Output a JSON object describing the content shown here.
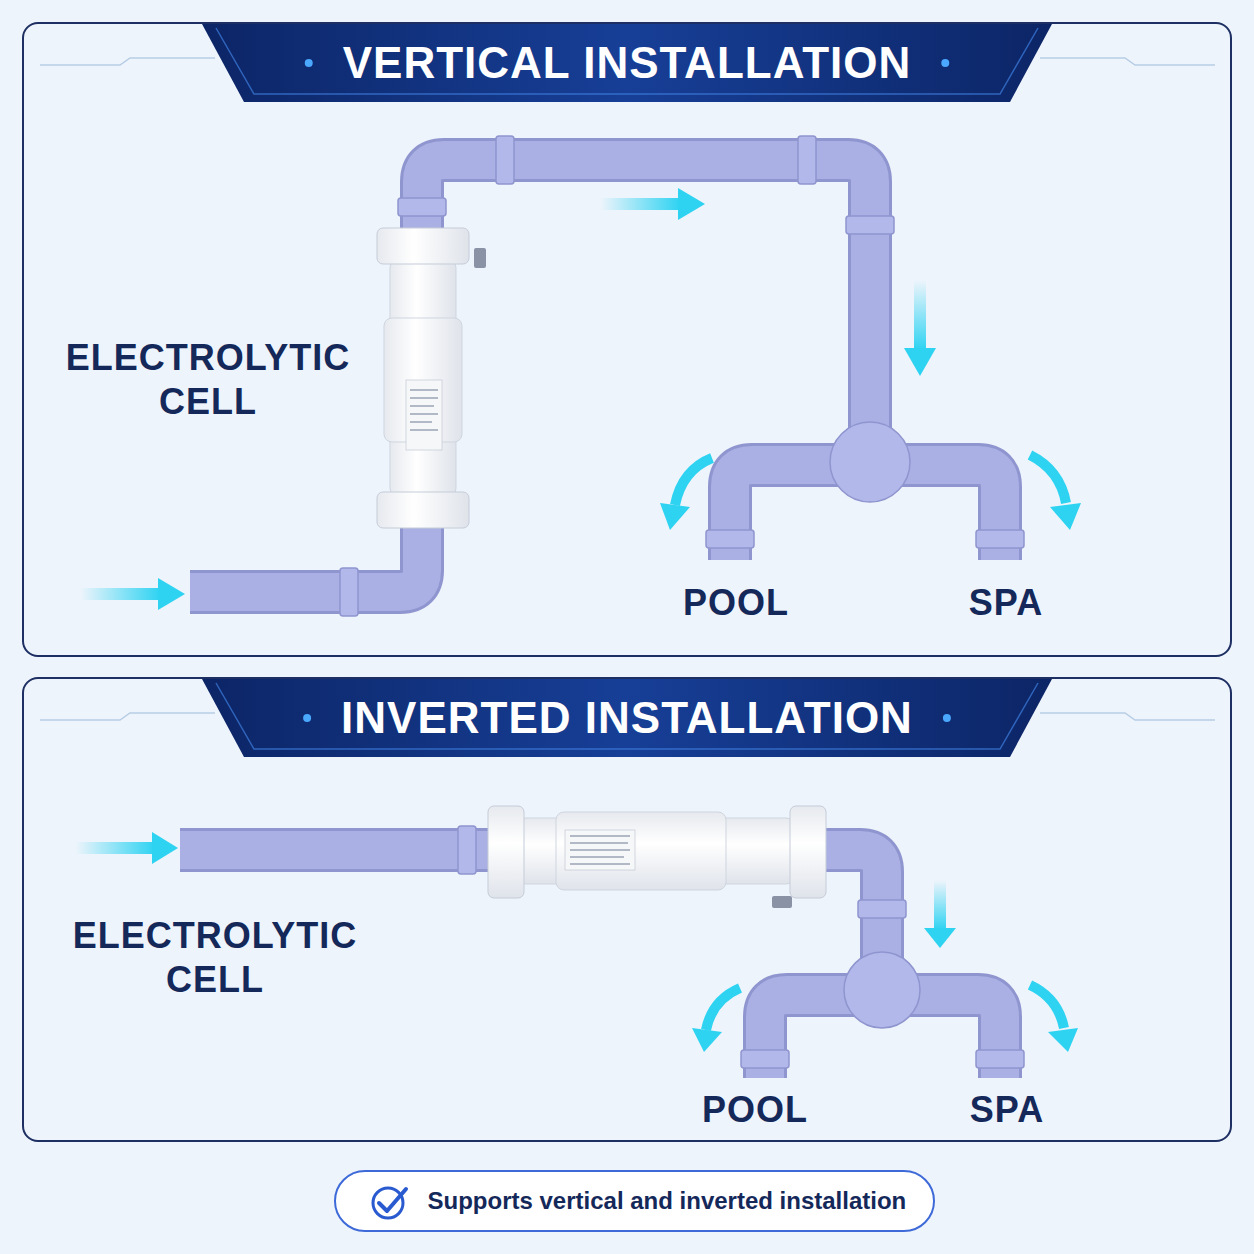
{
  "diagram": {
    "nodes": [
      {
        "text": [
          "VERTICAL INSTALLATION"
        ]
      },
      {
        "text": [
          "INVERTED INSTALLATION"
        ]
      },
      {
        "text": [
          "Supports vertical and inverted installation"
        ]
      }
    ],
    "labels": [
      "ELECTROLYTIC CELL",
      "POOL",
      "SPA",
      "ELECTROLYTIC CELL",
      "POOL",
      "SPA"
    ]
  }
}
